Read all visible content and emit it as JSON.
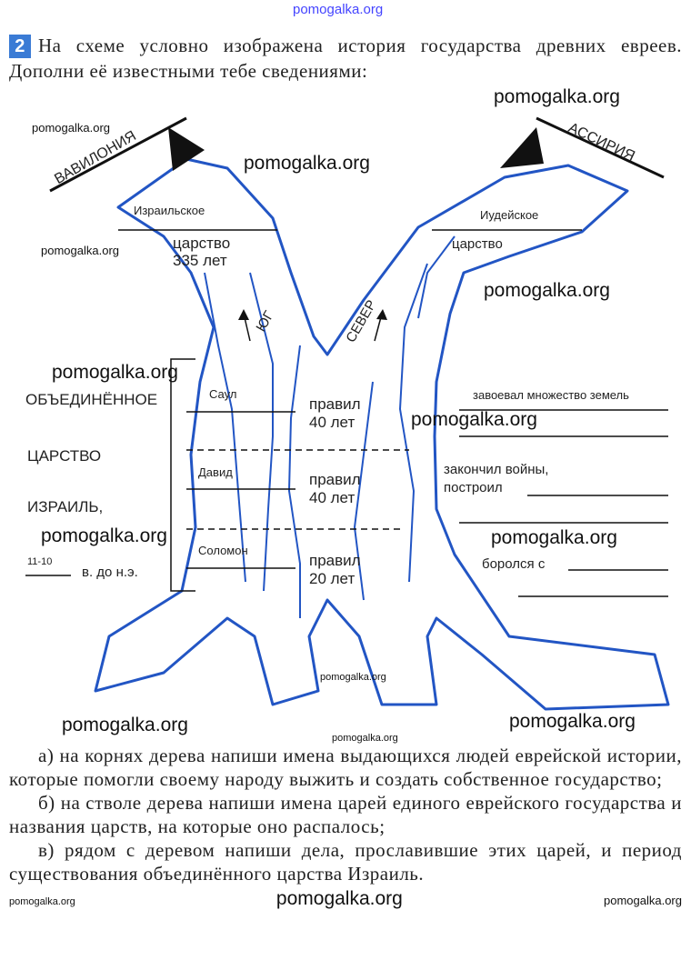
{
  "watermark": "pomogalka.org",
  "task": {
    "number": "2",
    "intro": "На схеме условно изображена история государства древних евреев. Дополни её известными тебе сведениями:",
    "items": [
      "а) на корнях дерева напиши имена выдающихся людей еврейской истории, которые помогли своему народу выжить и создать собственное государство;",
      "б) на стволе дерева напиши имена царей единого еврейского государства и названия царств, на которые оно распалось;",
      "в) рядом с деревом напиши дела, прославившие этих царей, и период существования объединённого царства Израиль."
    ]
  },
  "diagram": {
    "babylon": "ВАВИЛОНИЯ",
    "assyria": "АССИРИЯ",
    "israel_kingdom": "Израильское",
    "israel_tsarstvo": "царство",
    "israel_years": "335 лет",
    "judah_kingdom": "Иудейское",
    "judah_tsarstvo": "царство",
    "south": "ЮГ",
    "north": "СЕВЕР",
    "united": [
      "ОБЪЕДИНЁННОЕ",
      "ЦАРСТВО",
      "ИЗРАИЛЬ,"
    ],
    "century_value": "11-10",
    "century_suffix": "в. до н.э.",
    "kings": [
      {
        "name": "Саул",
        "ruled": "правил",
        "years": "40 лет"
      },
      {
        "name": "Давид",
        "ruled": "правил",
        "years": "40 лет"
      },
      {
        "name": "Соломон",
        "ruled": "правил",
        "years": "20 лет"
      }
    ],
    "deeds": {
      "saul": "завоевал множество земель",
      "david_1": "закончил войны,",
      "david_2": "построил",
      "solomon": "боролся с"
    }
  },
  "colors": {
    "tree": "#2255c4",
    "badge": "#3a7bd5",
    "watermark_top": "#4444ff"
  }
}
